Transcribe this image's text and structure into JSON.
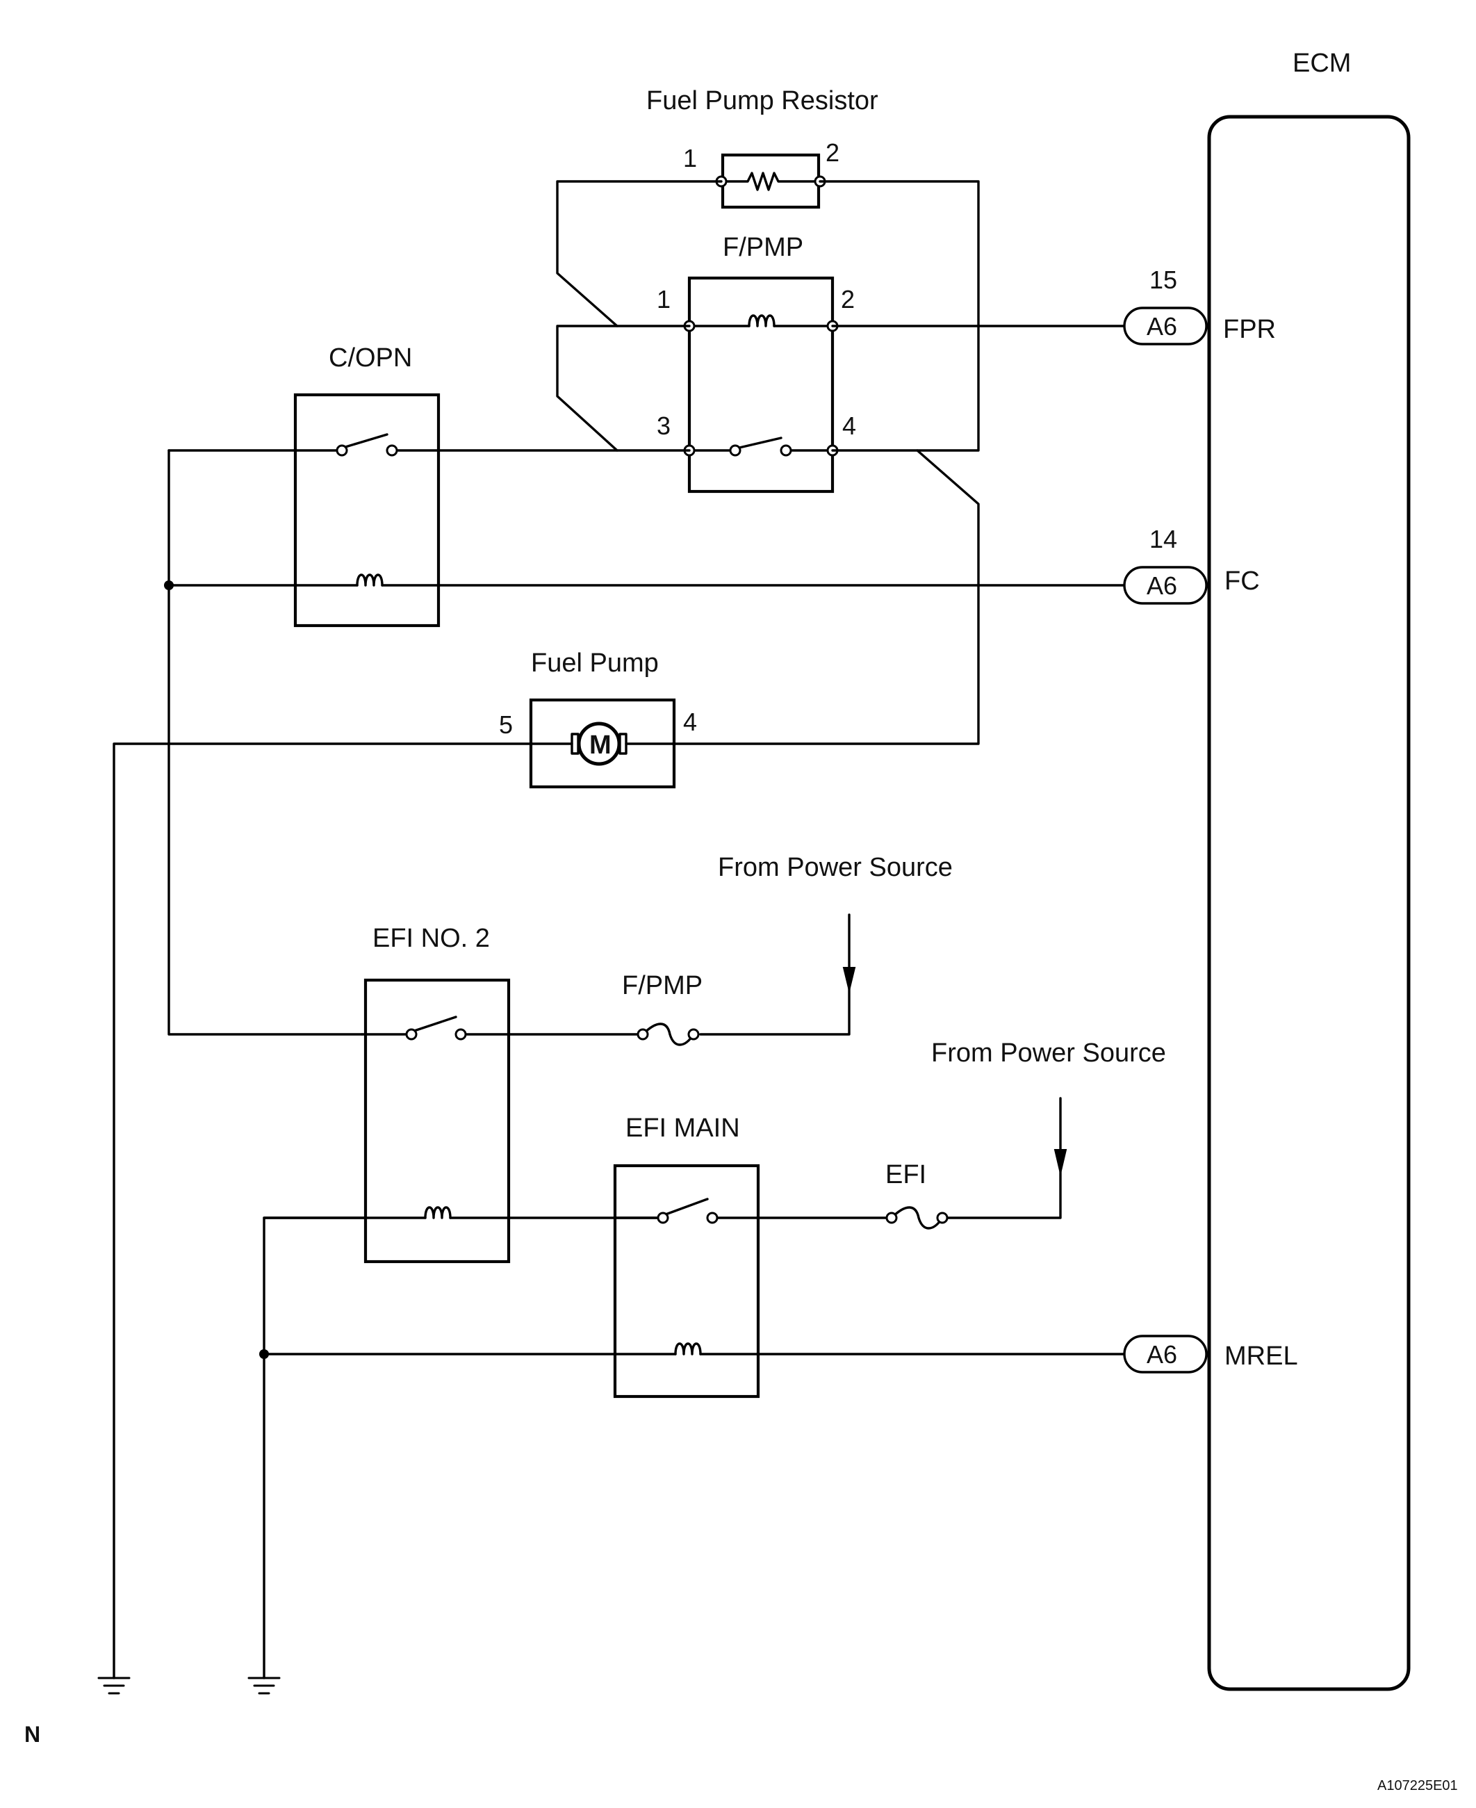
{
  "labels": {
    "ecm": "ECM",
    "fuel_pump_resistor": "Fuel Pump Resistor",
    "f_pmp_relay": "F/PMP",
    "c_opn": "C/OPN",
    "fuel_pump": "Fuel Pump",
    "from_power_source_1": "From Power Source",
    "from_power_source_2": "From Power Source",
    "efi_no2": "EFI NO. 2",
    "f_pmp_fuse": "F/PMP",
    "efi_main": "EFI MAIN",
    "efi_fuse": "EFI"
  },
  "pins": {
    "resistor_1": "1",
    "resistor_2": "2",
    "relay_1": "1",
    "relay_2": "2",
    "relay_3": "3",
    "relay_4": "4",
    "motor_5": "5",
    "motor_4": "4",
    "fpr_pin": "15",
    "fc_pin": "14"
  },
  "motor_symbol": "M",
  "connectors": {
    "fpr": "A6",
    "fc": "A6",
    "mrel": "A6"
  },
  "ecm_terminals": {
    "fpr": "FPR",
    "fc": "FC",
    "mrel": "MREL"
  },
  "footer": {
    "code": "A107225E01",
    "corner_mark": "N"
  }
}
